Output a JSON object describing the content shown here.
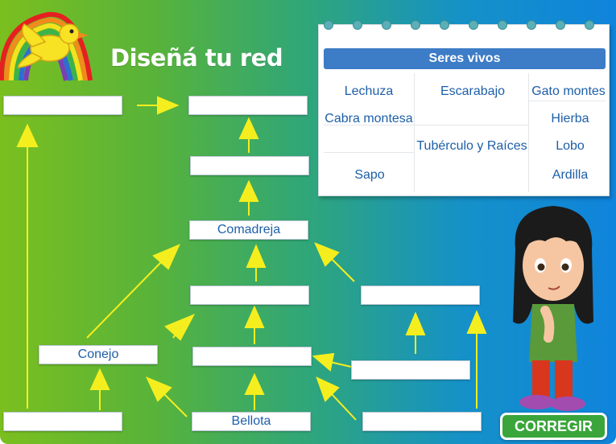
{
  "title": "Diseñá tu red",
  "notepad": {
    "header": "Seres vivos",
    "words": [
      "Lechuza",
      "Escarabajo",
      "Gato montes",
      "Cabra montesa",
      "Hierba",
      "Tubérculo y Raíces",
      "Lobo",
      "Sapo",
      "Ardilla"
    ]
  },
  "slots": [
    "",
    "",
    "",
    "Comadreja",
    "",
    "",
    "Conejo",
    "",
    "",
    "",
    "Bellota",
    ""
  ],
  "check_button": "CORREGIR",
  "colors": {
    "arrow": "#f5ee1e",
    "accent": "#3d7cc6",
    "text": "#1d5fa8",
    "button": "#3aa53a"
  },
  "icons": [
    "bird-icon",
    "rainbow-icon",
    "girl-character"
  ]
}
